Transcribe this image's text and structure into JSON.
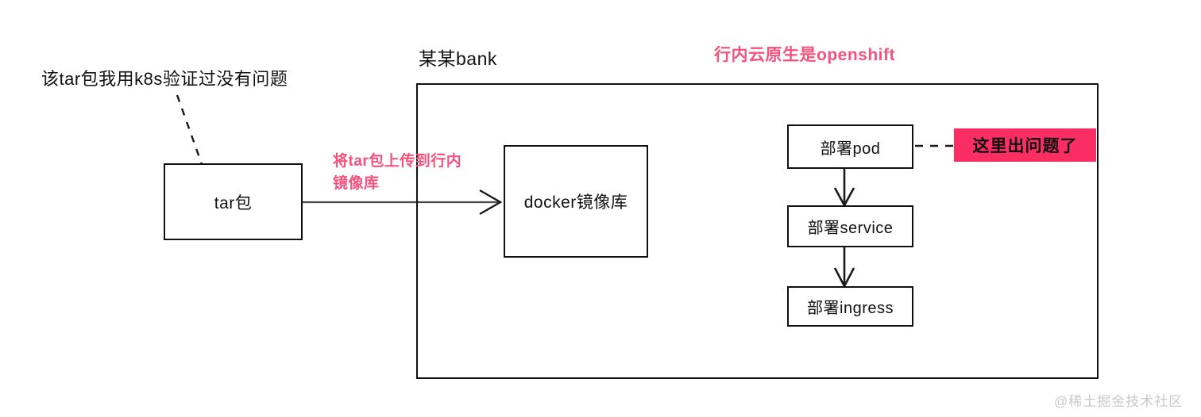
{
  "diagram": {
    "title_annotation": "某某bank",
    "notes": [
      {
        "id": "tar-verified-note",
        "text": "该tar包我用k8s验证过没有问题",
        "color": "#111111"
      }
    ],
    "pink_notes": [
      {
        "id": "upload-note",
        "lines": [
          "将tar包上传到行内",
          "镜像库"
        ],
        "color": "#f5527e"
      },
      {
        "id": "openshift-note",
        "lines": [
          "行内云原生是openshift"
        ],
        "color": "#f5527e"
      }
    ],
    "nodes": [
      {
        "id": "tar-package",
        "label": "tar包"
      },
      {
        "id": "docker-registry",
        "label": "docker镜像库"
      },
      {
        "id": "deploy-pod",
        "label": "部署pod"
      },
      {
        "id": "deploy-service",
        "label": "部署service"
      },
      {
        "id": "deploy-ingress",
        "label": "部署ingress"
      }
    ],
    "callout": {
      "id": "problem-callout",
      "text": "这里出问题了",
      "background": "#fa2e63",
      "text_color": "#111111"
    },
    "edges": [
      {
        "id": "tar-to-registry",
        "from": "tar-package",
        "to": "docker-registry",
        "style": "solid-arrow"
      },
      {
        "id": "pod-to-service",
        "from": "deploy-pod",
        "to": "deploy-service",
        "style": "solid-arrow"
      },
      {
        "id": "service-to-ingress",
        "from": "deploy-service",
        "to": "deploy-ingress",
        "style": "solid-arrow"
      },
      {
        "id": "note-to-tar",
        "from": "tar-verified-note",
        "to": "tar-package",
        "style": "dashed"
      },
      {
        "id": "pod-to-callout",
        "from": "deploy-pod",
        "to": "problem-callout",
        "style": "dashed"
      }
    ],
    "watermark": "@稀土掘金技术社区"
  }
}
